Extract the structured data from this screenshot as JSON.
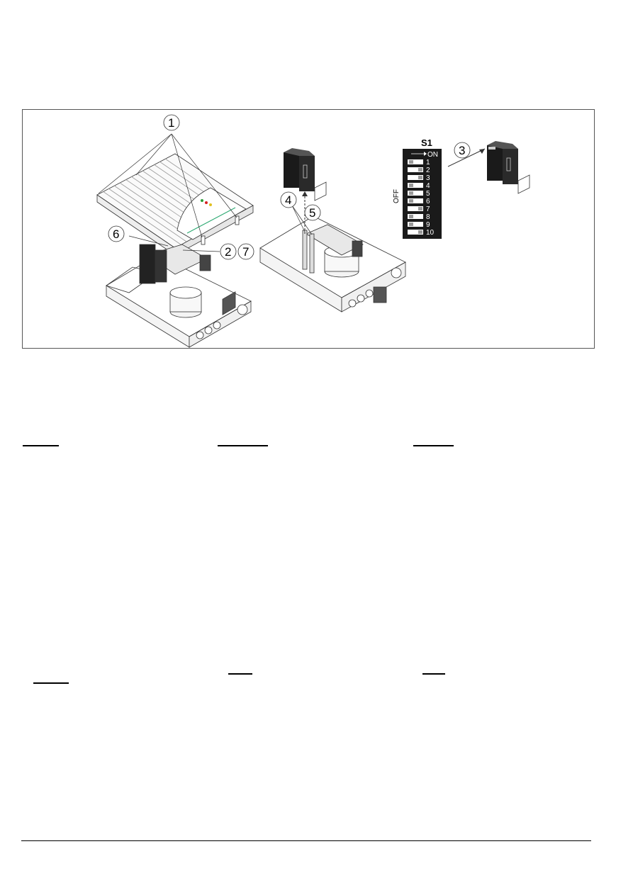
{
  "figure": {
    "callouts": [
      "1",
      "2",
      "3",
      "4",
      "5",
      "6",
      "7"
    ],
    "dip_switch": {
      "title": "S1",
      "on_label": "ON",
      "off_label": "OFF",
      "switches": [
        {
          "number": "1",
          "state": "off"
        },
        {
          "number": "2",
          "state": "on"
        },
        {
          "number": "3",
          "state": "on"
        },
        {
          "number": "4",
          "state": "off"
        },
        {
          "number": "5",
          "state": "off"
        },
        {
          "number": "6",
          "state": "off"
        },
        {
          "number": "7",
          "state": "on"
        },
        {
          "number": "8",
          "state": "off"
        },
        {
          "number": "9",
          "state": "off"
        },
        {
          "number": "10",
          "state": "on"
        }
      ]
    },
    "led_colors": [
      "#2a9d3a",
      "#d62020",
      "#e0c020"
    ],
    "accent_color": "#2aa870"
  },
  "headings_row1": [
    "",
    "",
    ""
  ],
  "headings_row2": [
    "",
    "",
    ""
  ]
}
